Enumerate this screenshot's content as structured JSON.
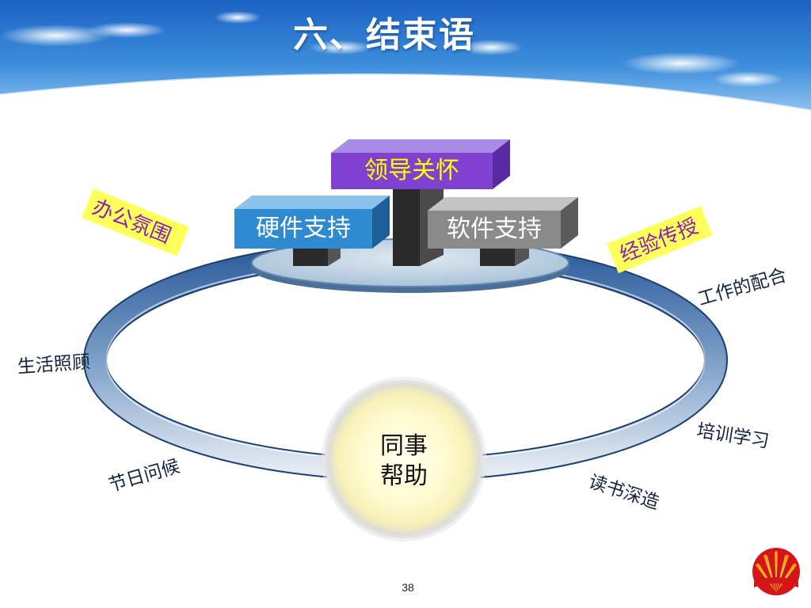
{
  "slide": {
    "title": "六、结束语",
    "page_number": "38"
  },
  "top_boxes": {
    "leadership": "领导关怀",
    "hardware": "硬件支持",
    "software": "软件支持"
  },
  "side_tags": {
    "office_atmosphere": "办公氛围",
    "experience": "经验传授"
  },
  "center": {
    "line1": "同事",
    "line2": "帮助"
  },
  "ring_items": {
    "life_care": "生活照顾",
    "holiday_greetings": "节日问候",
    "work_cooperation": "工作的配合",
    "training": "培训学习",
    "reading": "读书深造"
  },
  "colors": {
    "leadership_box": "#8040d0",
    "hardware_box": "#2f8ad0",
    "software_box": "#8a8a8a",
    "tag_bg": "#ffff5c",
    "tag_text": "#8a1fb2",
    "leadership_text": "#ffff00",
    "ring": "#3f6aa3"
  },
  "icons": {
    "logo": "petrochina-logo-icon"
  }
}
